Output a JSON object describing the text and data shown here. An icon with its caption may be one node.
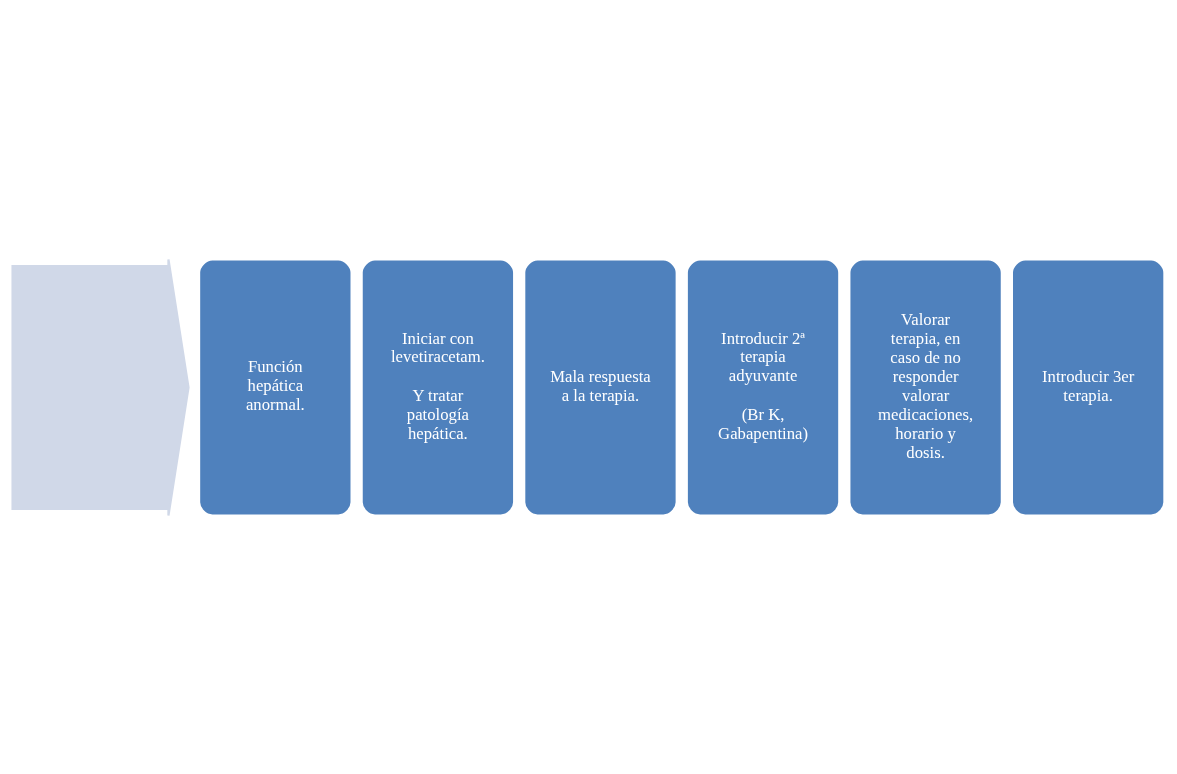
{
  "diagram": {
    "nodes": [
      {
        "text": [],
        "shape": "arrow"
      },
      {
        "text": [
          "Función hepática anormal."
        ]
      },
      {
        "text": [
          "Iniciar con levetiracetam.",
          "Y tratar patología hepática."
        ]
      },
      {
        "text": [
          "Mala respuesta a la terapia."
        ]
      },
      {
        "text": [
          "Introducir 2ª terapia adyuvante",
          "(Br K, Gabapentina)"
        ]
      },
      {
        "text": [
          "Valorar terapia, en caso de no responder valorar medicaciones, horario y dosis."
        ]
      },
      {
        "text": [
          "Introducir 3er terapia."
        ]
      }
    ],
    "edges": []
  }
}
